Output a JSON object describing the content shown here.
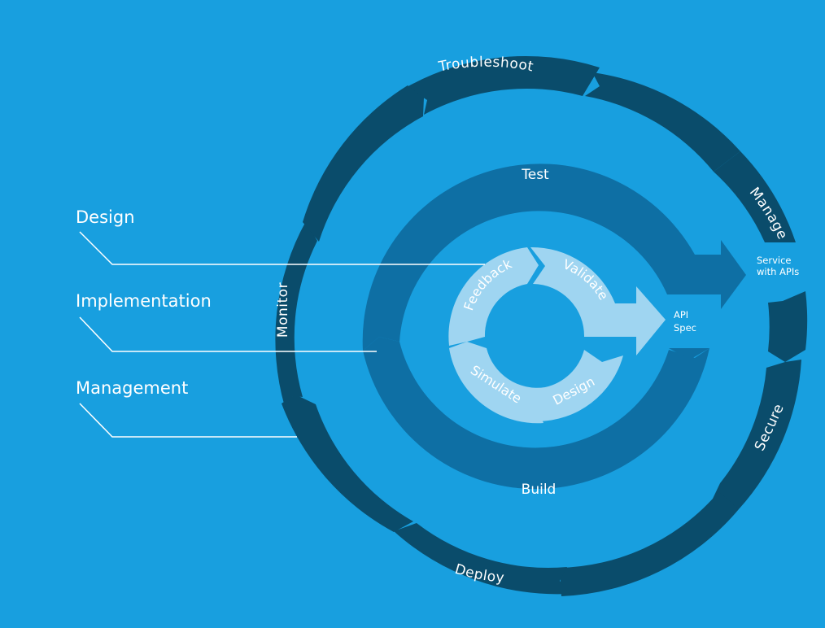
{
  "colors": {
    "background": "#189fdf",
    "outer_ring": "#0a4c6b",
    "middle_ring": "#0e6fa4",
    "inner_ring": "#9fd5f1",
    "text": "#ffffff",
    "line": "#ffffff"
  },
  "legend": [
    {
      "label": "Design"
    },
    {
      "label": "Implementation"
    },
    {
      "label": "Management"
    }
  ],
  "outer_ring": {
    "labels": {
      "troubleshoot": "Troubleshoot",
      "manage": "Manage",
      "secure": "Secure",
      "deploy": "Deploy",
      "monitor": "Monitor"
    }
  },
  "middle_ring": {
    "labels": {
      "test": "Test",
      "build": "Build"
    }
  },
  "inner_ring": {
    "labels": {
      "feedback": "Feedback",
      "validate": "Validate",
      "simulate": "Simulate",
      "design": "Design"
    }
  },
  "outputs": {
    "api_spec": {
      "line1": "API",
      "line2": "Spec"
    },
    "service": {
      "line1": "Service",
      "line2": "with APIs"
    }
  }
}
